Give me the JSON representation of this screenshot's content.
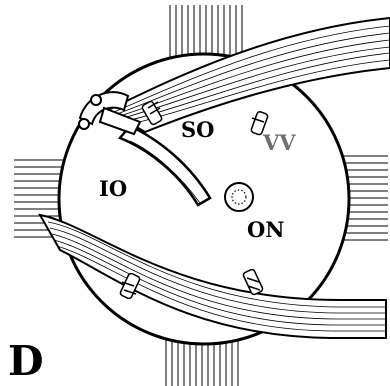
{
  "panel_letter": "D",
  "labels": {
    "so": "SO",
    "vv": "VV",
    "io": "IO",
    "on": "ON"
  },
  "colors": {
    "line": "#000000",
    "background": "#ffffff",
    "vv_label": "#6e6e6e"
  }
}
